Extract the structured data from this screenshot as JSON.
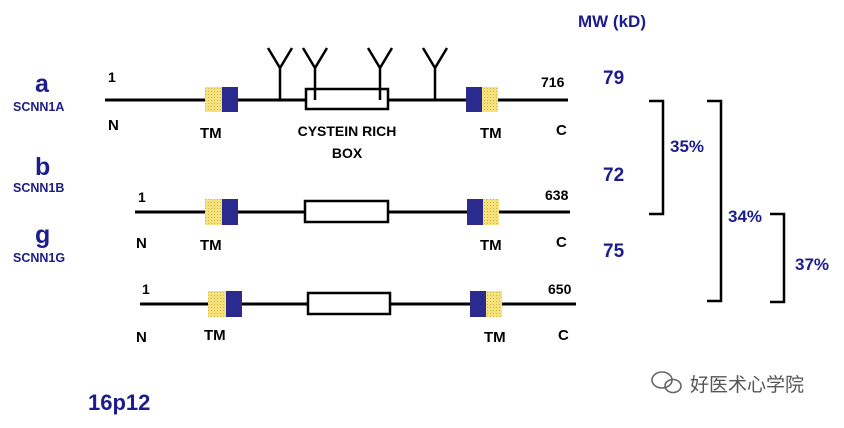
{
  "header": {
    "mw_label": "MW (kD)"
  },
  "colors": {
    "tm_blue": "#2b2b8f",
    "tm_yellow": "#f5e27c",
    "label_navy": "#1c1c8c"
  },
  "subunits": [
    {
      "greek": "a",
      "gene": "SCNN1A",
      "start": "1",
      "end": "716",
      "mw": "79",
      "n_label": "N",
      "c_label": "C",
      "tm_left": "TM",
      "tm_right": "TM"
    },
    {
      "greek": "b",
      "gene": "SCNN1B",
      "start": "1",
      "end": "638",
      "mw": "72",
      "n_label": "N",
      "c_label": "C",
      "tm_left": "TM",
      "tm_right": "TM"
    },
    {
      "greek": "g",
      "gene": "SCNN1G",
      "start": "1",
      "end": "650",
      "mw": "75",
      "n_label": "N",
      "c_label": "C",
      "tm_left": "TM",
      "tm_right": "TM"
    }
  ],
  "cysteine_box": {
    "line1": "CYSTEIN RICH",
    "line2": "BOX"
  },
  "identity": {
    "a_b": "35%",
    "a_g": "34%",
    "b_g": "37%"
  },
  "locus": "16p12",
  "watermark": {
    "icon": "wechat-icon",
    "text": "好医术心学院"
  }
}
